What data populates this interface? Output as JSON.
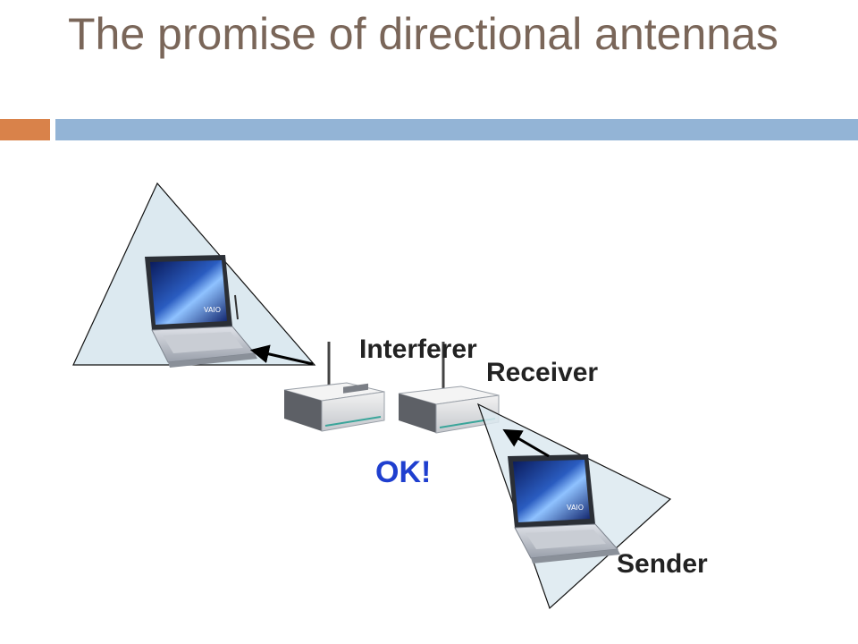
{
  "slide": {
    "title": "The promise of directional antennas",
    "colors": {
      "title": "#7a6659",
      "accent_bar_left": "#d9824a",
      "accent_bar_right": "#93b4d6",
      "beam_fill": "#dce9f0",
      "ok_text": "#1f3fcf"
    }
  },
  "diagram": {
    "labels": {
      "interferer": "Interferer",
      "receiver": "Receiver",
      "sender": "Sender",
      "status": "OK!"
    },
    "devices": [
      {
        "name": "interferer-laptop",
        "icon": "laptop-icon",
        "brand": "VAIO"
      },
      {
        "name": "sender-laptop",
        "icon": "laptop-icon",
        "brand": "VAIO"
      },
      {
        "name": "interferer-router",
        "icon": "wireless-router-icon"
      },
      {
        "name": "receiver-router",
        "icon": "wireless-router-icon"
      }
    ]
  }
}
